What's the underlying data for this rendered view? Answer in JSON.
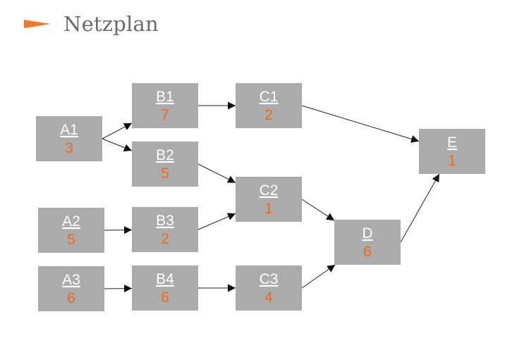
{
  "header": {
    "title": "Netzplan",
    "accent_color": "#f07a2a",
    "icon": "arrow-pointer-icon"
  },
  "diagram": {
    "colors": {
      "box": "#ababab",
      "label": "#ffffff",
      "value": "#ec6a1f",
      "edge": "#222222"
    },
    "nodes": [
      {
        "id": "A1",
        "label": "A1",
        "value": "3"
      },
      {
        "id": "A2",
        "label": "A2",
        "value": "5"
      },
      {
        "id": "A3",
        "label": "A3",
        "value": "6"
      },
      {
        "id": "B1",
        "label": "B1",
        "value": "7"
      },
      {
        "id": "B2",
        "label": "B2",
        "value": "5"
      },
      {
        "id": "B3",
        "label": "B3",
        "value": "2"
      },
      {
        "id": "B4",
        "label": "B4",
        "value": "6"
      },
      {
        "id": "C1",
        "label": "C1",
        "value": "2"
      },
      {
        "id": "C2",
        "label": "C2",
        "value": "1"
      },
      {
        "id": "C3",
        "label": "C3",
        "value": "4"
      },
      {
        "id": "D",
        "label": "D",
        "value": "6"
      },
      {
        "id": "E",
        "label": "E",
        "value": "1"
      }
    ],
    "edges": [
      {
        "from": "A1",
        "to": "B1"
      },
      {
        "from": "A1",
        "to": "B2"
      },
      {
        "from": "A2",
        "to": "B3"
      },
      {
        "from": "A3",
        "to": "B4"
      },
      {
        "from": "B1",
        "to": "C1"
      },
      {
        "from": "B2",
        "to": "C2"
      },
      {
        "from": "B3",
        "to": "C2"
      },
      {
        "from": "B4",
        "to": "C3"
      },
      {
        "from": "C1",
        "to": "E"
      },
      {
        "from": "C2",
        "to": "D"
      },
      {
        "from": "C3",
        "to": "D"
      },
      {
        "from": "D",
        "to": "E"
      }
    ]
  }
}
